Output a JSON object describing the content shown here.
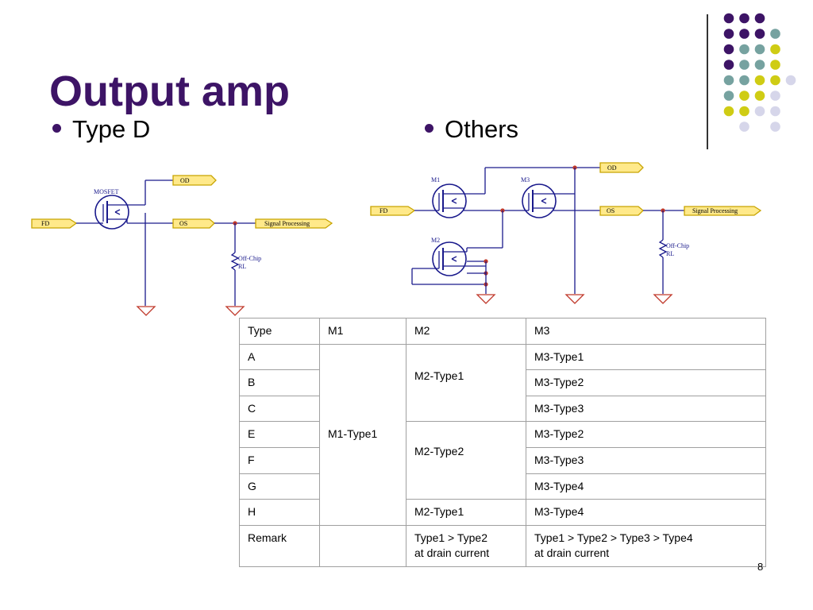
{
  "slide": {
    "title": "Output amp",
    "bullets": [
      "Type D",
      "Others"
    ],
    "page_number": "8"
  },
  "colors": {
    "title": "#3d1466",
    "dot_purple": "#3d1466",
    "dot_teal": "#76a2a0",
    "dot_yellow": "#cfcc14",
    "dot_lavender": "#d6d6ea",
    "wire": "#1a1a8c",
    "port_fill": "#ffe98a",
    "ground": "#c0392b"
  },
  "diagram_left": {
    "mosfet_label": "MOSFET",
    "port_fd": "FD",
    "port_od": "OD",
    "port_os": "OS",
    "port_signal": "Signal Processing",
    "resistor_label_1": "Off-Chip",
    "resistor_label_2": "RL"
  },
  "diagram_right": {
    "m1": "M1",
    "m2": "M2",
    "m3": "M3",
    "port_fd": "FD",
    "port_od": "OD",
    "port_os": "OS",
    "port_signal": "Signal Processing",
    "resistor_label_1": "Off-Chip",
    "resistor_label_2": "RL"
  },
  "table": {
    "headers": [
      "Type",
      "M1",
      "M2",
      "M3"
    ],
    "rows": [
      {
        "type": "A",
        "m3": "M3-Type1"
      },
      {
        "type": "B",
        "m3": "M3-Type2"
      },
      {
        "type": "C",
        "m3": "M3-Type3"
      },
      {
        "type": "E",
        "m3": "M3-Type2"
      },
      {
        "type": "F",
        "m3": "M3-Type3"
      },
      {
        "type": "G",
        "m3": "M3-Type4"
      },
      {
        "type": "H",
        "m3": "M3-Type4"
      }
    ],
    "m1_merged": "M1-Type1",
    "m2_group1": "M2-Type1",
    "m2_group2": "M2-Type2",
    "m2_h": "M2-Type1",
    "remark": {
      "label": "Remark",
      "m1": "",
      "m2_line1": "Type1 > Type2",
      "m2_line2": "at drain current",
      "m3_line1": "Type1 > Type2 > Type3 > Type4",
      "m3_line2": "at drain current"
    }
  }
}
